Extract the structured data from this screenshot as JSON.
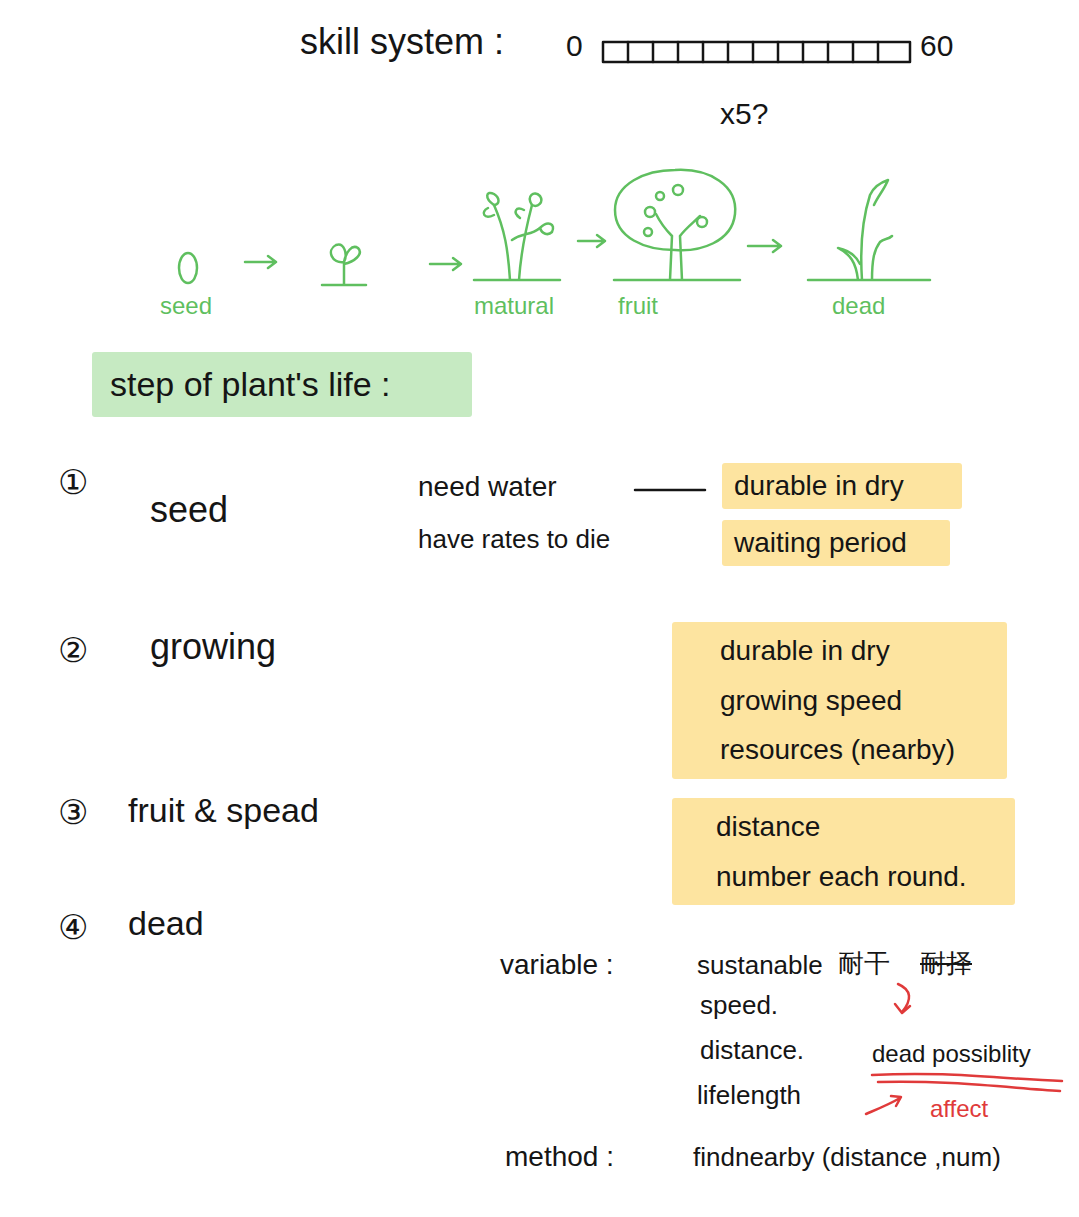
{
  "diagram": {
    "nodes": [
      {
        "text": [
          "step of plant's life :"
        ]
      },
      {
        "text": [
          "durable in dry"
        ]
      },
      {
        "text": [
          "waiting period"
        ]
      },
      {
        "text": [
          "durable in dry",
          "growing speed",
          "resources (nearby)"
        ]
      },
      {
        "text": [
          "distance",
          "number each round."
        ]
      }
    ],
    "labels": [
      "skill system :",
      "0",
      "60",
      "x5?",
      "seed",
      "matural",
      "fruit",
      "dead",
      "①",
      "seed",
      "need water",
      "have rates to die",
      "②",
      "growing",
      "③",
      "fruit & spead",
      "④",
      "dead",
      "variable :",
      "sustanable",
      "耐干",
      "耐择",
      "speed.",
      "distance.",
      "lifelength",
      "dead possiblity",
      "affect",
      "method :",
      "findnearby (distance ,num)"
    ]
  }
}
